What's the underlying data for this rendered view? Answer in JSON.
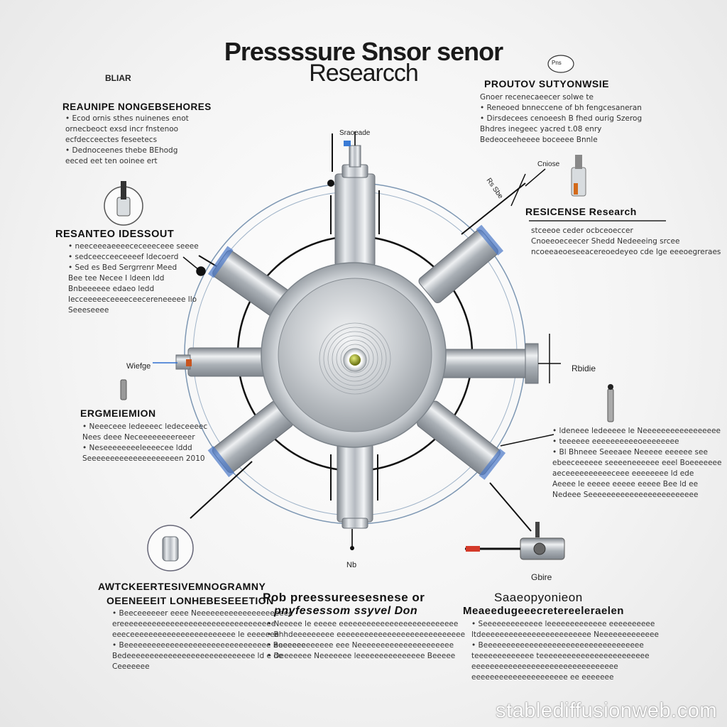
{
  "title": {
    "line1": "Pressssure Snsor senor",
    "line2": "Researcch"
  },
  "top_left": {
    "small_label": "BLIAR",
    "heading": "REAUNIPE NONGEBSEHORES",
    "lines": [
      "• Ecod ornis sthes nuinenes enot",
      "ornecbeoct exsd incr fnstenoo",
      "ecfdecceectes feseetecs",
      "• Dednoceenes thebe BEhodg",
      "eeced eet ten ooinee ert"
    ]
  },
  "top_right": {
    "heading": "PROUTOV SUTYONWSIE",
    "lines": [
      "Gnoer recenecaeecer solwe te",
      "• Reneoed bnneccene of bh fengcesaneran",
      "• Dirsdecees cenoeesh B fhed ourig Szerog",
      "Bhdres inegeec yacred t.08 enry",
      "Bedeoceeheeee boceeee Bnnle"
    ]
  },
  "mid_right": {
    "heading": "RESICENSE Research",
    "lines": [
      "stceeoe ceder ocbceoeccer",
      "Cnoeeoeceecer Shedd Nedeeeing srcee",
      "ncoeeaeoeseeacereoedeyeo cde lge eeeoegreraes"
    ]
  },
  "mid_left": {
    "heading": "RESANTEO IDESSOUT",
    "lines": [
      "• neeceeeaeeeececeeeceee seeee",
      "• sedceecceeceeeef ldecoerd",
      "• Sed es Bed Sergrrenr Meed",
      "Bee tee Necee I ldeen ldd",
      "Bnbeeeeee edaeo ledd",
      "Iecceeeeeceeeeceecereneeeee llo",
      "Seeeseeee"
    ]
  },
  "lower_left": {
    "heading": "ERGMEIEMION",
    "lines": [
      "• Neeeceee ledeeeec ledeceeeec",
      "Nees deee Neceeeeeeeereeer",
      "• Neseeeeeeeeleeeecee lddd",
      "Seeeeeeeeeeeeeeeeeeeen 2010"
    ]
  },
  "lower_right": {
    "lines": [
      "• ldeneee ledeeeee le Neeeeeeeeeeeeeeeee",
      "• teeeeee eeeeeeeeeeoeeeeeeee",
      "• Bl Bhneee Seeeaee Neeeee eeeeee see",
      "ebeeceeeeee seeeeneeeeee eeel Boeeeeeee",
      "aeceeeeeeeeeeceee eeeeeeee ld ede",
      "Aeeee le eeeee eeeee eeeee Bee ld ee",
      "Nedeee Seeeeeeeeeeeeeeeeeeeeeeee"
    ]
  },
  "bottom_left": {
    "heading1": "AWTCKEERTESIVEMNOGRAMNY",
    "heading2": "OEENEEEIT LONHEBESEEETION",
    "lines": [
      "• Beeceeeeeer eeee Neeeeeeeeeeeeeeeeeeeee",
      "ereeeeeeeeeeeeeeeeeeeeeeeeeeeeeeeeee",
      "eeeceeeeeeeeeeeeeeeeeeeeeee le eeeeeee",
      "• Beeeeeeeeeeeeeeeeeeeeeeeeeeeeeeee Boeeeee",
      "Bedeeeeeeeeeeeeeeeeeeeeeeeeeeee ld e de",
      "Ceeeeeee"
    ]
  },
  "bottom_center": {
    "heading1": "Pob preessureesesnese or",
    "heading2": "pnyfesessom ssyvel Don",
    "lines": [
      "• Neeeee le eeeee eeeeeeeeeeeeeeeeeeeeeeeeee",
      "• Bhhdeeeeeeeee eeeeeeeeeeeeeeeeeeeeeeeeeeee",
      "• eeeeeeeeeeeee eee Neeeeeeeeeeeeeeeeeeeee",
      "• Deeeeeee Neeeeeee leeeeeeeeeeeeeee Beeeee"
    ]
  },
  "bottom_right": {
    "heading1": "Saaeopyonieon",
    "heading2": "Meaeedugeeecretereeleraelen",
    "lines": [
      "• Seeeeeeeeeeeee leeeeeeeeeeeee eeeeeeeeee",
      "ltdeeeeeeeeeeeeeeeeeeeeeeee Neeeeeeeeeeeee",
      "• Beeeeeeeeeeeeeeeeeeeeeeeeeeeeeeeeeee",
      "teeeeeeeeeeeee teeeeeeeeeeeeeeeeeeeeeeee",
      "eeeeeeeeeeeeeeeeeeeeeeeeeeeeeeee",
      "eeeeeeeeeeeeeeeeeeeee ee eeeeeee"
    ]
  },
  "labels": {
    "top_probe": "Sraoeade",
    "left_probe": "Wiefge",
    "right_probe": "Rbidie",
    "bottom_probe": "Nb",
    "bottom_right_probe": "Gbire",
    "upper_right_probe": "Cniose",
    "upper_right_small": "Rs Sbe",
    "right_badge": "Pns"
  },
  "watermark": "stablediffusionweb.com",
  "colors": {
    "steel": "#b9bec4",
    "ring": "#6c8aa8",
    "accent_blue": "#2f6fd0",
    "lens": "#9aa320"
  }
}
